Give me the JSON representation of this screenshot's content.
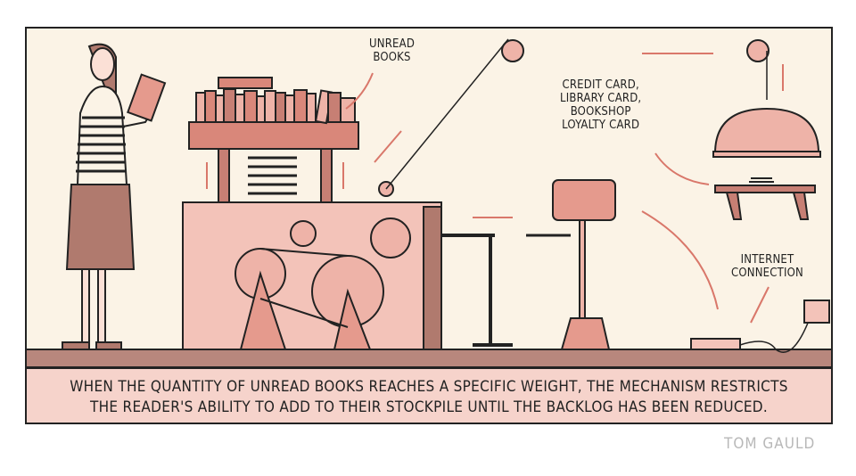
{
  "labels": {
    "unread_books": [
      "UNREAD",
      "BOOKS"
    ],
    "cards": [
      "CREDIT CARD,",
      "LIBRARY CARD,",
      "BOOKSHOP",
      "LOYALTY CARD"
    ],
    "internet": [
      "INTERNET",
      "CONNECTION"
    ]
  },
  "caption": [
    "WHEN THE QUANTITY OF UNREAD BOOKS REACHES A SPECIFIC WEIGHT, THE MECHANISM RESTRICTS",
    "THE READER'S ABILITY TO ADD TO THEIR STOCKPILE UNTIL THE BACKLOG HAS BEEN REDUCED."
  ],
  "signature": "TOM GAULD",
  "colors": {
    "pink": "#eeb3a8",
    "dark_pink": "#c77f74",
    "cream": "#fbf3e6",
    "floor": "#b8877d",
    "ink": "#222222",
    "arrow": "#d9776a"
  }
}
